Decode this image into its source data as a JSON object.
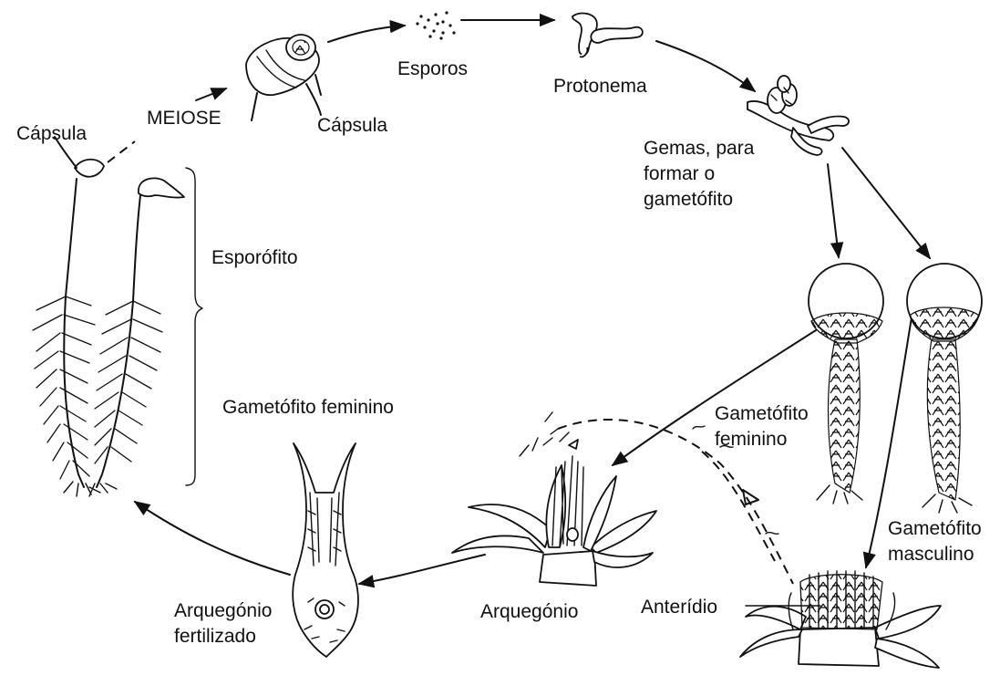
{
  "labels": {
    "capsula_left": "Cápsula",
    "meiose": "MEIOSE",
    "capsula_top": "Cápsula",
    "esporos": "Esporos",
    "protonema": "Protonema",
    "gemas": "Gemas, para\nformar o\ngametófito",
    "esporofito": "Esporófito",
    "gametofito_feminino_left": "Gametófito feminino",
    "gametofito_feminino_right": "Gametófito\nfeminino",
    "gametofito_masculino": "Gametófito\nmasculino",
    "anteridio": "Anterídio",
    "arquegonio": "Arquegónio",
    "arquegonio_fertilizado": "Arquegónio\nfertilizado"
  }
}
